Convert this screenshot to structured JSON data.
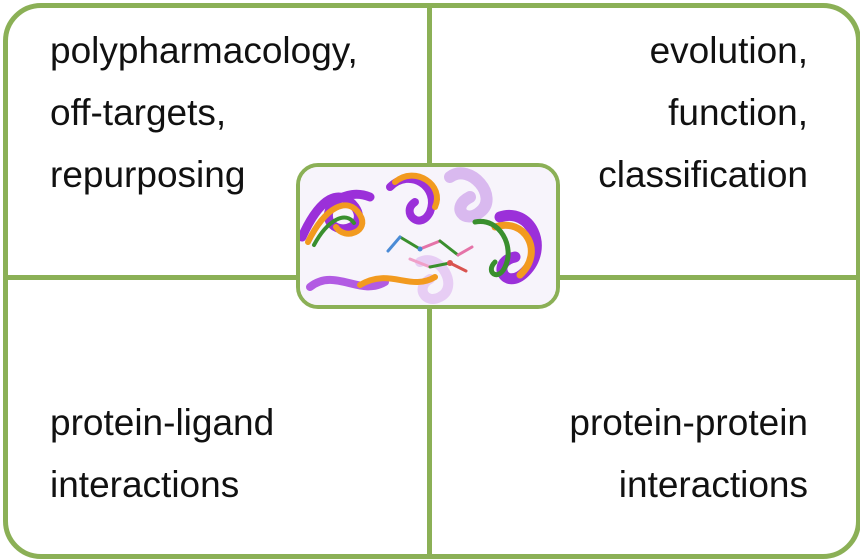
{
  "quadrants": {
    "top_left": [
      "polypharmacology,",
      "off-targets,",
      "repurposing"
    ],
    "top_right": [
      "evolution,",
      "function,",
      "classification"
    ],
    "bottom_left": [
      "protein-ligand",
      "interactions"
    ],
    "bottom_right": [
      "protein-protein",
      "interactions"
    ]
  },
  "center_image": {
    "icon": "protein-structure-ribbon-image"
  },
  "colors": {
    "frame_green": "#8bb056",
    "purple": "#9b30d9",
    "orange": "#f29a1f",
    "green": "#3a8f2e",
    "violet_light": "#c58be6"
  }
}
